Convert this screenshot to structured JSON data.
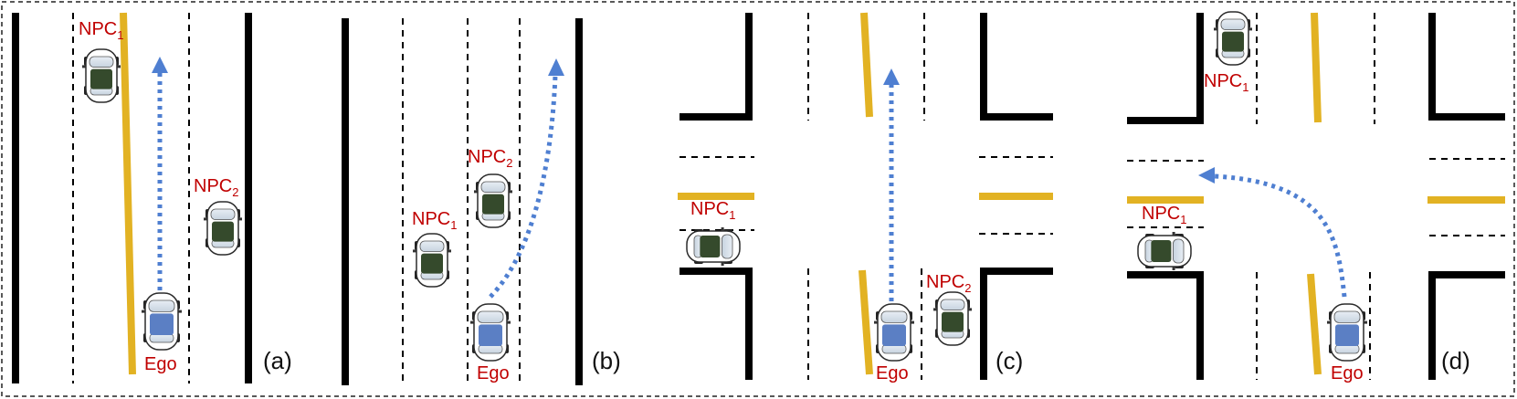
{
  "colors": {
    "road_line": "#000000",
    "center_line": "#e2b223",
    "ego_car": "#5b7fc4",
    "npc_car": "#354a2c",
    "path": "#4f7fd1",
    "label": "#c00000"
  },
  "labels": {
    "ego": "Ego",
    "npc_prefix": "NPC",
    "npc1_sub": "1",
    "npc2_sub": "2"
  },
  "panels": [
    {
      "tag": "(a)"
    },
    {
      "tag": "(b)"
    },
    {
      "tag": "(c)"
    },
    {
      "tag": "(d)"
    }
  ]
}
